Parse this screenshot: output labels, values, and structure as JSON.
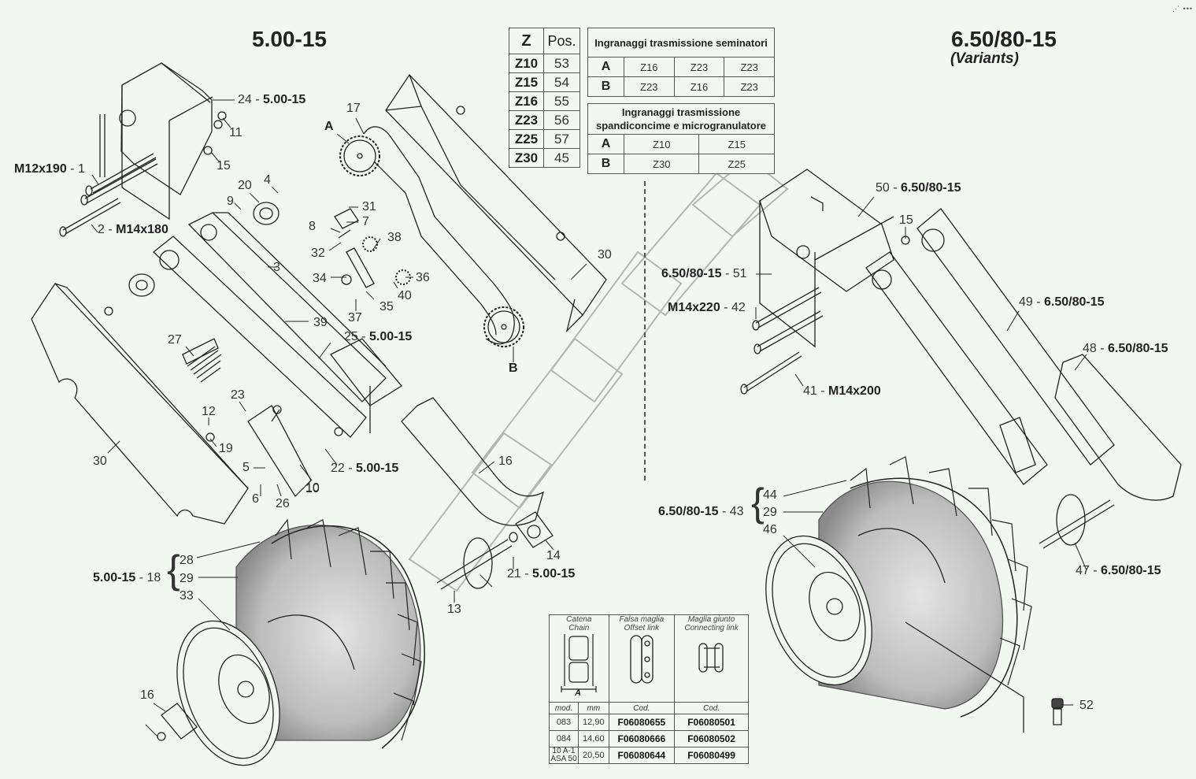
{
  "titles": {
    "left": "5.00-15",
    "right": "6.50/80-15",
    "right_sub": "(Variants)"
  },
  "toolbar_icon": "settings-dots-icon",
  "z_table": {
    "headers": [
      "Z",
      "Pos."
    ],
    "rows": [
      {
        "z": "Z10",
        "pos": "53"
      },
      {
        "z": "Z15",
        "pos": "54"
      },
      {
        "z": "Z16",
        "pos": "55"
      },
      {
        "z": "Z23",
        "pos": "56"
      },
      {
        "z": "Z25",
        "pos": "57"
      },
      {
        "z": "Z30",
        "pos": "45"
      }
    ]
  },
  "seed_table": {
    "title": "Ingranaggi trasmissione seminatori",
    "rows": [
      {
        "label": "A",
        "values": [
          "Z16",
          "Z23",
          "Z23"
        ]
      },
      {
        "label": "B",
        "values": [
          "Z23",
          "Z16",
          "Z23"
        ]
      }
    ]
  },
  "fert_table": {
    "title_line1": "Ingranaggi trasmissione",
    "title_line2": "spandiconcime e microgranulatore",
    "rows": [
      {
        "label": "A",
        "values": [
          "Z10",
          "Z15"
        ]
      },
      {
        "label": "B",
        "values": [
          "Z30",
          "Z25"
        ]
      }
    ]
  },
  "chain_table": {
    "col1_it": "Catena",
    "col1_en": "Chain",
    "dim_label": "A",
    "col2_it": "Falsa maglia",
    "col2_en": "Offset link",
    "col3_it": "Maglia giunto",
    "col3_en": "Connecting link",
    "sub_headers": [
      "mod.",
      "mm",
      "Cod.",
      "Cod."
    ],
    "rows": [
      {
        "mod": "083",
        "mm": "12,90",
        "offset": "F06080655",
        "connecting": "F06080501"
      },
      {
        "mod": "084",
        "mm": "14,60",
        "offset": "F06080666",
        "connecting": "F06080502"
      },
      {
        "mod": "10 A-1 ASA 50",
        "mm": "20,50",
        "offset": "F06080644",
        "connecting": "F06080499"
      }
    ]
  },
  "callouts_left": [
    {
      "num": "24",
      "spec": "5.00-15"
    },
    {
      "num": "11"
    },
    {
      "num": "15"
    },
    {
      "num": "1",
      "spec": "M12x190",
      "prefix": true
    },
    {
      "num": "2",
      "spec": "M14x180"
    },
    {
      "num": "17"
    },
    {
      "num": "A"
    },
    {
      "num": "20"
    },
    {
      "num": "4"
    },
    {
      "num": "9"
    },
    {
      "num": "31"
    },
    {
      "num": "7"
    },
    {
      "num": "8"
    },
    {
      "num": "32"
    },
    {
      "num": "38"
    },
    {
      "num": "34"
    },
    {
      "num": "36"
    },
    {
      "num": "40"
    },
    {
      "num": "35"
    },
    {
      "num": "37"
    },
    {
      "num": "39"
    },
    {
      "num": "3"
    },
    {
      "num": "30"
    },
    {
      "num": "27"
    },
    {
      "num": "25",
      "spec": "5.00-15"
    },
    {
      "num": "B"
    },
    {
      "num": "23"
    },
    {
      "num": "12"
    },
    {
      "num": "19"
    },
    {
      "num": "5"
    },
    {
      "num": "6"
    },
    {
      "num": "26"
    },
    {
      "num": "10"
    },
    {
      "num": "22",
      "spec": "5.00-15"
    },
    {
      "num": "16"
    },
    {
      "num": "14"
    },
    {
      "num": "21",
      "spec": "5.00-15"
    },
    {
      "num": "13"
    }
  ],
  "group_left": {
    "spec": "5.00-15",
    "num": "18",
    "items": [
      "28",
      "29",
      "33"
    ]
  },
  "callouts_right": [
    {
      "num": "50",
      "spec": "6.50/80-15"
    },
    {
      "num": "15"
    },
    {
      "num": "51",
      "spec": "6.50/80-15",
      "prefix": true
    },
    {
      "num": "42",
      "spec": "M14x220",
      "prefix": true
    },
    {
      "num": "41",
      "spec": "M14x200"
    },
    {
      "num": "49",
      "spec": "6.50/80-15"
    },
    {
      "num": "48",
      "spec": "6.50/80-15"
    },
    {
      "num": "47",
      "spec": "6.50/80-15"
    },
    {
      "num": "52"
    }
  ],
  "group_right": {
    "spec": "6.50/80-15",
    "num": "43",
    "items": [
      "44",
      "29",
      "46"
    ]
  }
}
